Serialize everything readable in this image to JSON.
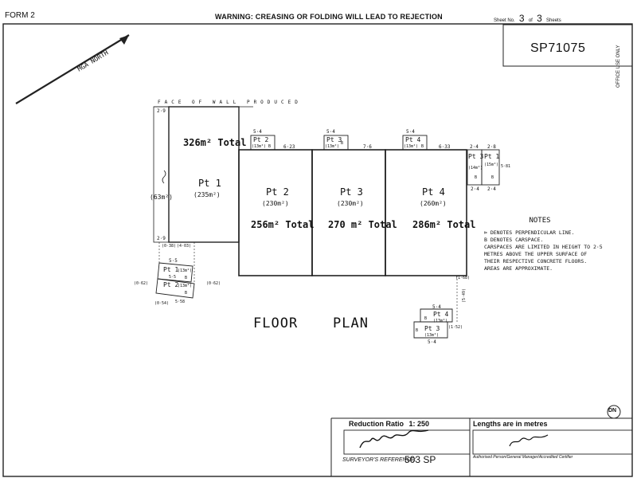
{
  "header": {
    "form": "FORM 2",
    "warning": "WARNING: CREASING OR FOLDING WILL LEAD TO REJECTION",
    "sheet_label": "Sheet No.",
    "sheet_no": "3",
    "of_label": "of",
    "sheet_total": "3",
    "sheets_label": "Sheets"
  },
  "plan_number": "SP71075",
  "office_use": "OFFICE USE ONLY",
  "north_label": "MGA NORTH",
  "wall_label": "FACE OF WALL PRODUCED",
  "lots": [
    {
      "id": "Pt 1",
      "area": "(235m²)",
      "total": "326m² Total"
    },
    {
      "id": "Pt 2",
      "area": "(230m²)",
      "total": "256m² Total"
    },
    {
      "id": "Pt 3",
      "area": "(230m²)",
      "total": "270 m² Total"
    },
    {
      "id": "Pt 4",
      "area": "(260m²)",
      "total": "286m² Total"
    }
  ],
  "extra_area": "(63m²)",
  "carspaces_top": [
    {
      "lot": "Pt 2",
      "area": "(13m²)",
      "mark": "B",
      "width": "5·4"
    },
    {
      "lot": "Pt 3",
      "area": "(13m²)",
      "mark": "B",
      "width": "5·4"
    },
    {
      "lot": "Pt 4",
      "area": "(13m²)",
      "mark": "B",
      "width": "5·4"
    }
  ],
  "carspaces_right": [
    {
      "lot": "Pt 3",
      "area": "(14m²)",
      "mark": "B"
    },
    {
      "lot": "Pt 1",
      "area": "(15m²)",
      "mark": "B"
    }
  ],
  "carspaces_left": [
    {
      "lot": "Pt 1",
      "area": "(13m²)",
      "mark": "B"
    },
    {
      "lot": "Pt 2",
      "area": "(13m²)",
      "mark": "B"
    }
  ],
  "carspaces_bottom": [
    {
      "lot": "Pt 4",
      "area": "(13m²)",
      "mark": "B"
    },
    {
      "lot": "Pt 3",
      "area": "(13m²)",
      "mark": "B"
    }
  ],
  "dimensions": {
    "top_left": "2·9",
    "mid_left": "2·9",
    "d623": "6·23",
    "d76": "7·6",
    "d633": "6·33",
    "d24": "2·4",
    "d28": "2·8",
    "d55": "5·5",
    "d558": "5·58",
    "d54": "5·4",
    "d403": "(4·03)",
    "d038": "(0·38)",
    "d062": "(0·62)",
    "d054": "(0·54)",
    "d168": "(1·68)",
    "d549": "(5·49)",
    "d152": "(1·52)",
    "d581": "5·81"
  },
  "floor_plan": "FLOOR",
  "floor_plan_2": "PLAN",
  "notes": {
    "title": "NOTES",
    "lines": [
      "⊳ DENOTES PERPENDICULAR LINE.",
      "B DENOTES CARSPACE.",
      "CARSPACES ARE LIMITED IN HEIGHT TO 2·5",
      "METRES ABOVE THE UPPER SURFACE OF",
      "THEIR RESPECTIVE CONCRETE FLOORS.",
      "AREAS ARE APPROXIMATE."
    ]
  },
  "footer": {
    "reduction_label": "Reduction Ratio",
    "reduction_value": "1: 250",
    "lengths": "Lengths are in metres",
    "surveyors_ref_label": "SURVEYOR'S REFERENCE:",
    "surveyors_ref": "503 SP",
    "authorised": "Authorised Person/General Manager/Accredited Certifier",
    "seal": "DN"
  }
}
